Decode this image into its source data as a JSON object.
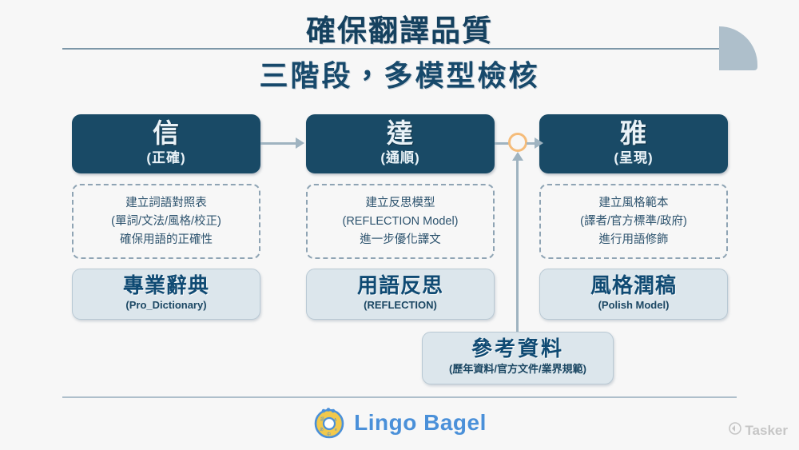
{
  "header": {
    "title": "確保翻譯品質",
    "subtitle": "三階段，多模型檢核",
    "rule_icon": "horizontal-rule",
    "corner_icon": "quarter-circle-decoration"
  },
  "colors": {
    "background": "#f7f7f7",
    "stage_box": "#194a66",
    "stage_text": "#e9f2f7",
    "model_box": "#dce6ec",
    "model_text": "#0f4a73",
    "connector": "#9fb3c0",
    "junction": "#f5bc7a",
    "decoration": "#aebfcb",
    "brand": "#4a90d9",
    "watermark": "#c6c6c6"
  },
  "stages": [
    {
      "char": "信",
      "sub": "(正確)",
      "desc": [
        "建立詞語對照表",
        "(單詞/文法/風格/校正)",
        "確保用語的正確性"
      ],
      "model_title": "專業辭典",
      "model_sub": "(Pro_Dictionary)"
    },
    {
      "char": "達",
      "sub": "(通順)",
      "desc": [
        "建立反思模型",
        "(REFLECTION Model)",
        "進一步優化譯文"
      ],
      "model_title": "用語反思",
      "model_sub": "(REFLECTION)"
    },
    {
      "char": "雅",
      "sub": "(呈現)",
      "desc": [
        "建立風格範本",
        "(譯者/官方標準/政府)",
        "進行用語修飾"
      ],
      "model_title": "風格潤稿",
      "model_sub": "(Polish Model)"
    }
  ],
  "reference": {
    "title": "參考資料",
    "sub": "(歷年資料/官方文件/業界規範)"
  },
  "connectors": {
    "arrow_1_icon": "arrow-right-icon",
    "arrow_3_icon": "arrow-right-icon",
    "junction_icon": "circle-junction-icon",
    "arrow_up_icon": "arrow-up-icon"
  },
  "footer": {
    "brand_name": "Lingo Bagel",
    "brand_icon": "bagel-logo",
    "watermark_text": "Tasker",
    "watermark_icon": "tasker-logo"
  }
}
